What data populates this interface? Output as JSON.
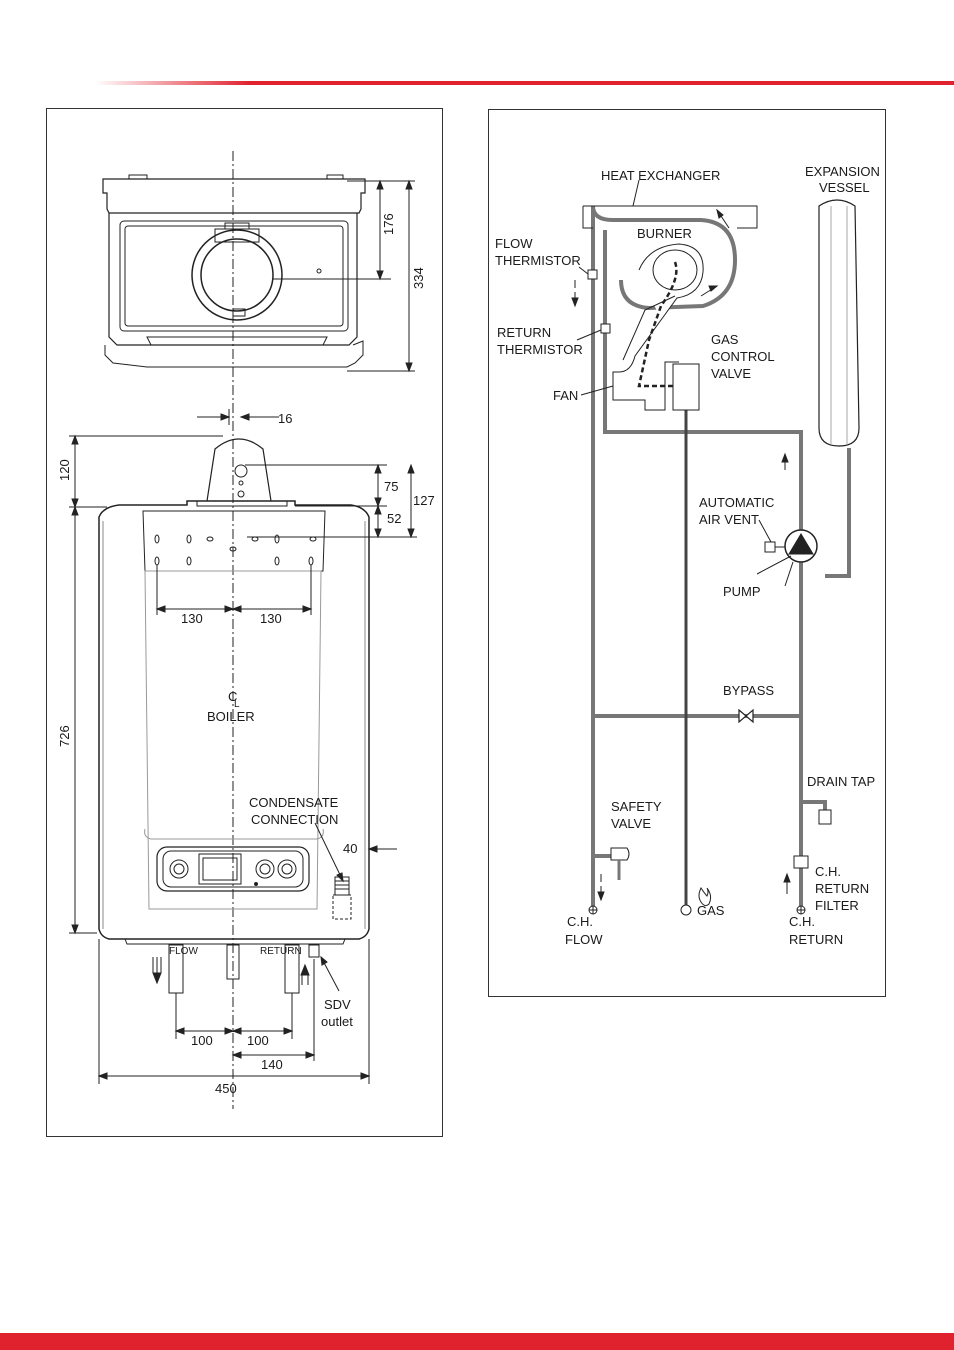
{
  "dimensions": {
    "d16": "16",
    "d176": "176",
    "d334": "334",
    "d120": "120",
    "d75": "75",
    "d127": "127",
    "d52": "52",
    "d130_left": "130",
    "d130_right": "130",
    "d726": "726",
    "d40": "40",
    "d100_left": "100",
    "d100_right": "100",
    "d140": "140",
    "d450": "450"
  },
  "boiler_labels": {
    "centreline": "C",
    "centreline_sub": "L",
    "boiler": "BOILER",
    "condensate_1": "CONDENSATE",
    "condensate_2": "CONNECTION",
    "flow": "FLOW",
    "return": "RETURN",
    "sdv_1": "SDV",
    "sdv_2": "outlet"
  },
  "schematic_labels": {
    "heat_exchanger": "HEAT EXCHANGER",
    "expansion_1": "EXPANSION",
    "expansion_2": "VESSEL",
    "flow_thermistor_1": "FLOW",
    "flow_thermistor_2": "THERMISTOR",
    "burner": "BURNER",
    "return_thermistor_1": "RETURN",
    "return_thermistor_2": "THERMISTOR",
    "gas_control_1": "GAS",
    "gas_control_2": "CONTROL",
    "gas_control_3": "VALVE",
    "fan": "FAN",
    "aav_1": "AUTOMATIC",
    "aav_2": "AIR VENT",
    "pump": "PUMP",
    "bypass": "BYPASS",
    "drain_tap": "DRAIN TAP",
    "safety_1": "SAFETY",
    "safety_2": "VALVE",
    "ch_return_filter_1": "C.H.",
    "ch_return_filter_2": "RETURN",
    "ch_return_filter_3": "FILTER",
    "ch_flow_1": "C.H.",
    "ch_flow_2": "FLOW",
    "gas": "GAS",
    "ch_return_1": "C.H.",
    "ch_return_2": "RETURN"
  },
  "colors": {
    "accent_red": "#e0222f",
    "pipe_grey": "#7a7a7a"
  }
}
